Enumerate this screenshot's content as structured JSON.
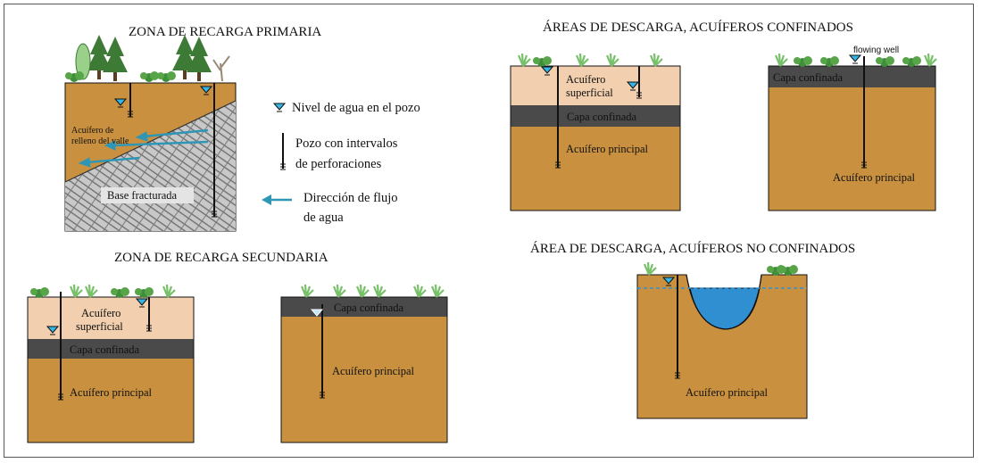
{
  "titles": {
    "primary": "ZONA DE RECARGA PRIMARIA",
    "confined_discharge": "ÁREAS DE DESCARGA, ACUÍFEROS CONFINADOS",
    "secondary": "ZONA DE RECARGA SECUNDARIA",
    "unconfined_discharge": "ÁREA DE DESCARGA, ACUÍFEROS NO CONFINADOS"
  },
  "legend": {
    "water_level": "Nivel de agua en el pozo",
    "well_line1": "Pozo con intervalos",
    "well_line2": "de perforaciones",
    "flow_line1": "Dirección de flujo",
    "flow_line2": "de agua"
  },
  "labels": {
    "valley_fill_1": "Acuífero de",
    "valley_fill_2": "relleno del valle",
    "fractured_base": "Base fracturada",
    "superficial_1": "Acuífero",
    "superficial_2": "superficial",
    "confining_layer": "Capa confinada",
    "main_aquifer": "Acuífero principal",
    "flowing_well": "flowing well"
  },
  "colors": {
    "soil": "#c9913f",
    "superficial_layer": "#f2cfae",
    "confining_layer": "#4a4a4a",
    "water": "#3399cc",
    "flow_arrow": "#2f96b6",
    "vegetation": "#4f9a3c"
  }
}
